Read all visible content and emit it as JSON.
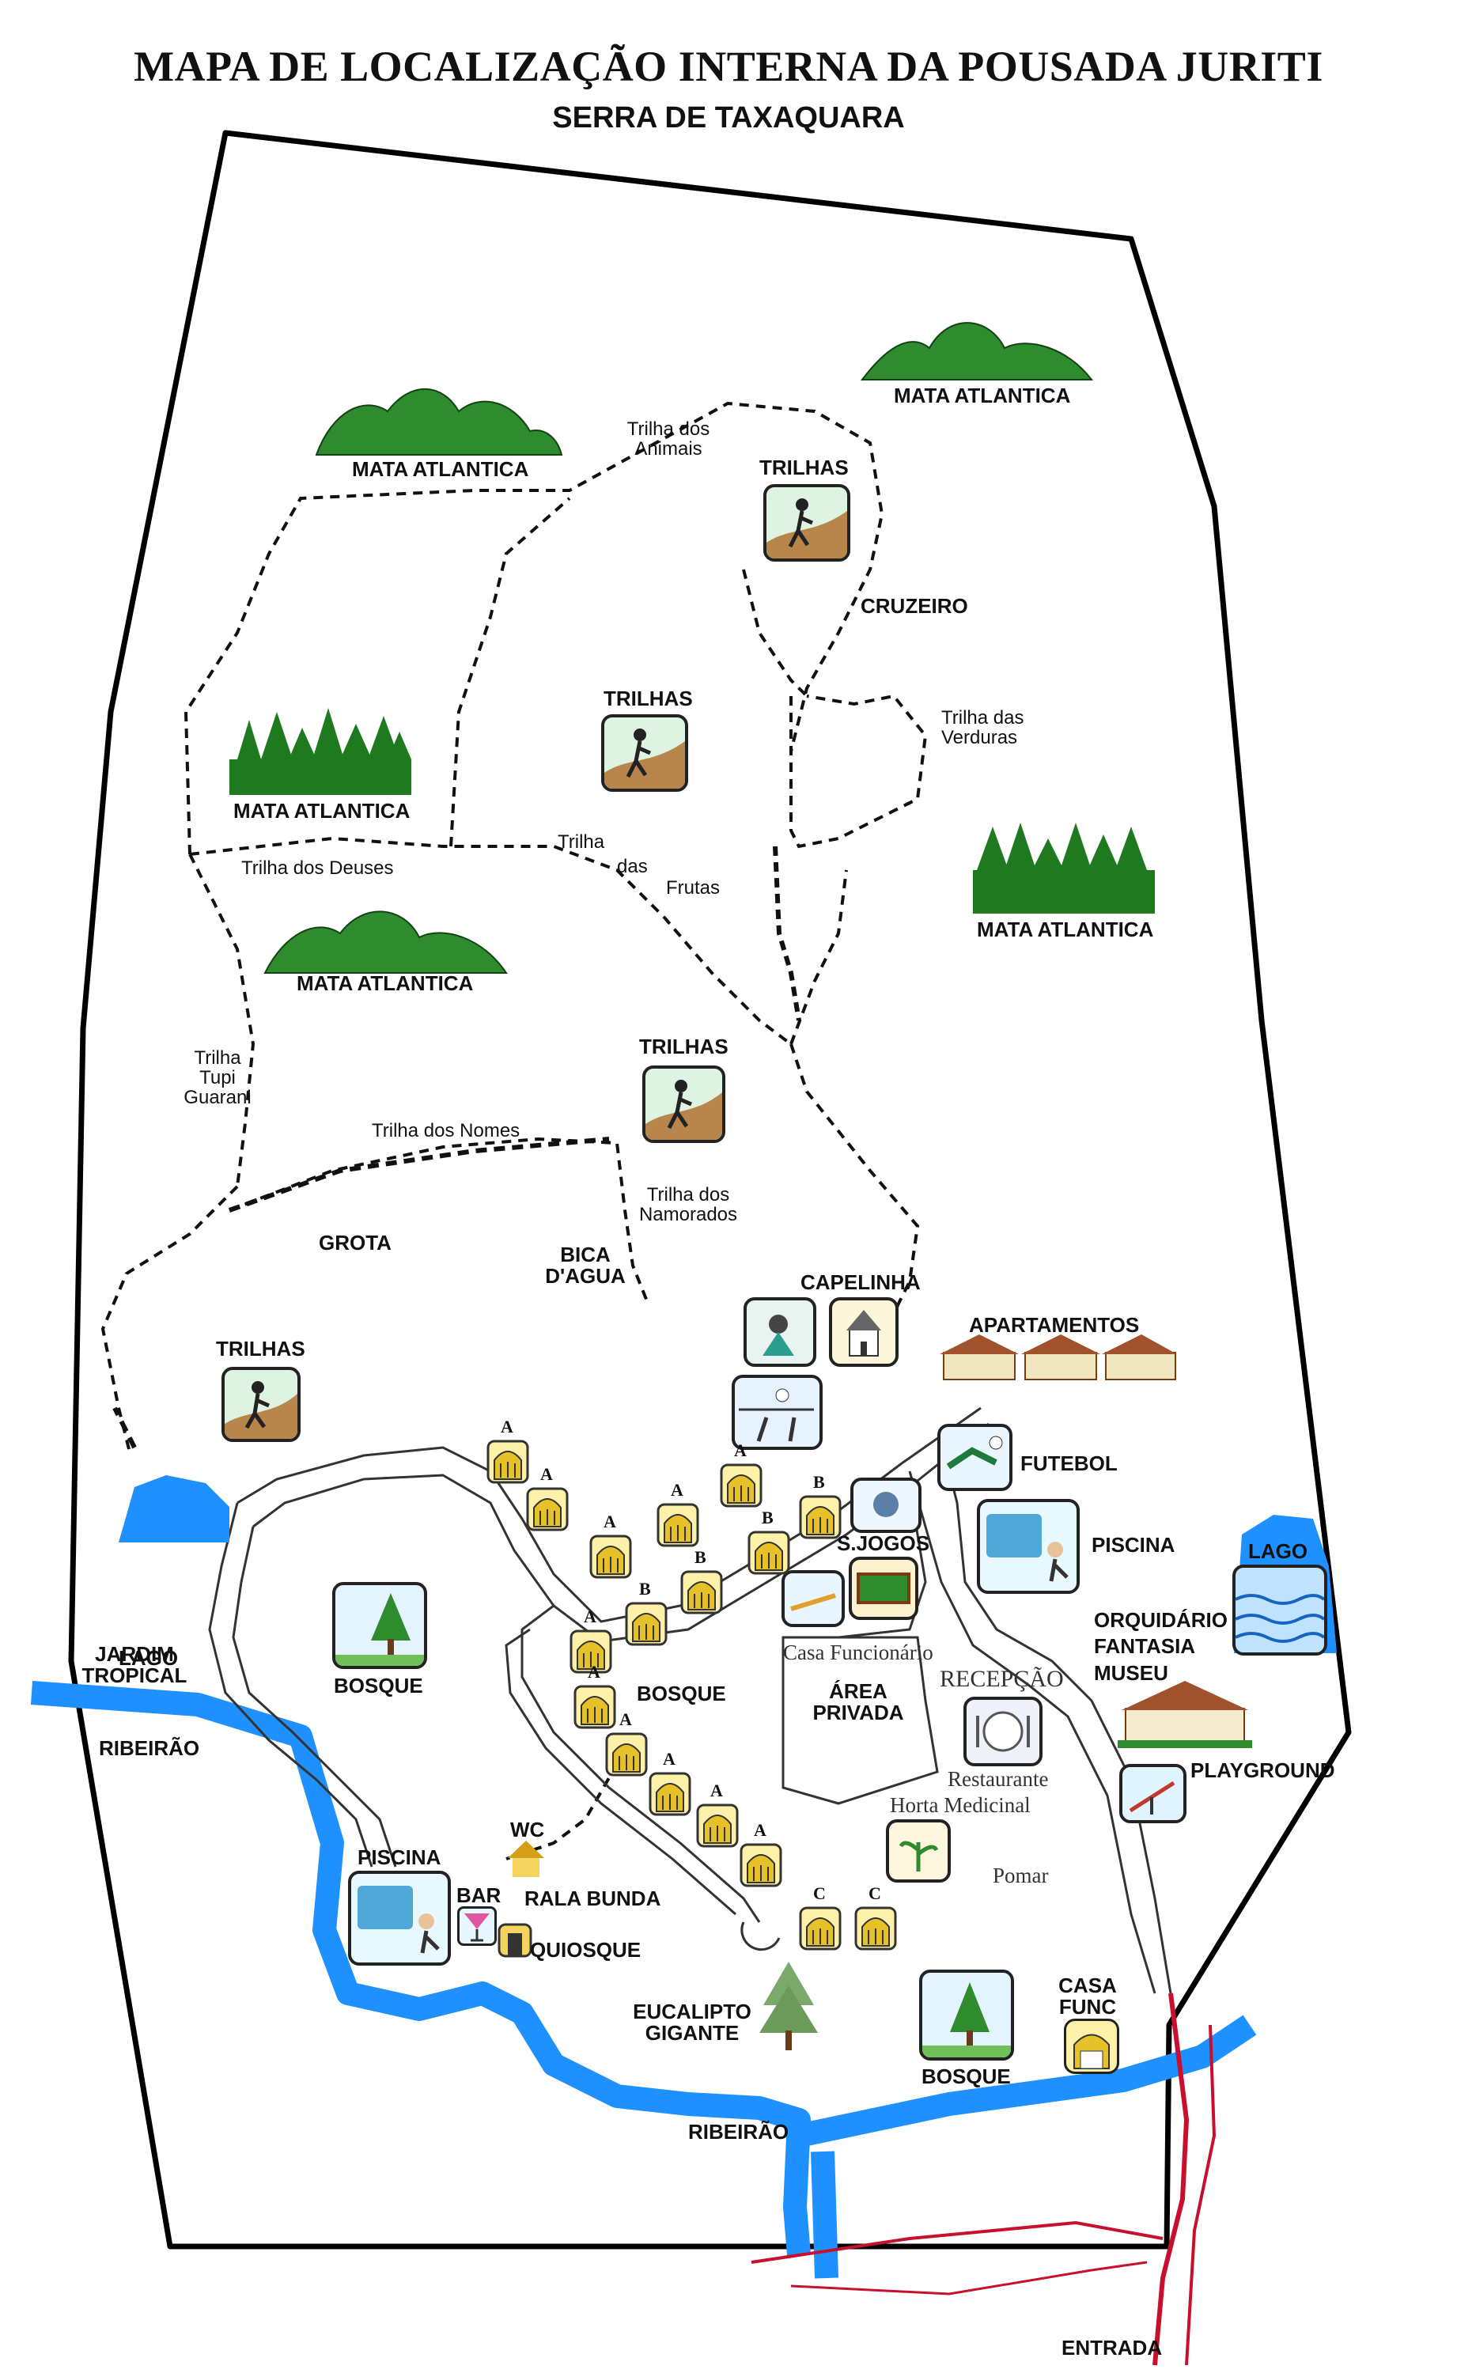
{
  "title": "MAPA DE LOCALIZAÇÃO INTERNA DA POUSADA JURITI",
  "subtitle": "SERRA DE TAXAQUARA",
  "forest_label": "MATA ATLANTICA",
  "trails": {
    "animais": [
      "Trilha dos",
      "Animais"
    ],
    "verduras": [
      "Trilha das",
      "Verduras"
    ],
    "frutas": [
      "Trilha",
      "das",
      "Frutas"
    ],
    "deuses": "Trilha dos Deuses",
    "tupi": [
      "Trilha",
      "Tupi",
      "Guarani"
    ],
    "nomes": "Trilha dos Nomes",
    "namorados": [
      "Trilha dos",
      "Namorados"
    ],
    "trilhas_label": "TRILHAS"
  },
  "places": {
    "cruzeiro": "CRUZEIRO",
    "grota": "GROTA",
    "bica": [
      "BICA",
      "D'AGUA"
    ],
    "capelinha": "CAPELINHA",
    "apartamentos": "APARTAMENTOS",
    "futebol": "FUTEBOL",
    "piscina": "PISCINA",
    "lago": "LAGO",
    "orquidario": [
      "ORQUIDÁRIO",
      "FANTASIA",
      "MUSEU"
    ],
    "playground": "PLAYGROUND",
    "jardim": [
      "JARDIM",
      "TROPICAL"
    ],
    "ribeirao": "RIBEIRÃO",
    "bosque": "BOSQUE",
    "sjogos": "S.JOGOS",
    "casa_func": "Casa Funcionário",
    "area_privada": [
      "ÁREA",
      "PRIVADA"
    ],
    "recepcao": "RECEPÇÃO",
    "restaurante": "Restaurante",
    "horta": "Horta Medicinal",
    "pomar": "Pomar",
    "wc": "WC",
    "rala": "RALA BUNDA",
    "bar": "BAR",
    "quiosque": "QUIOSQUE",
    "eucalipto": [
      "EUCALIPTO",
      "GIGANTE"
    ],
    "casa_func_short": [
      "CASA",
      "FUNC"
    ],
    "entrada": "ENTRADA"
  },
  "chalet_letters": {
    "a": "A",
    "b": "B",
    "c": "C"
  },
  "colors": {
    "forest": "#2e8b2e",
    "water": "#1e90ff",
    "road": "#c8102e",
    "border": "#000000"
  }
}
